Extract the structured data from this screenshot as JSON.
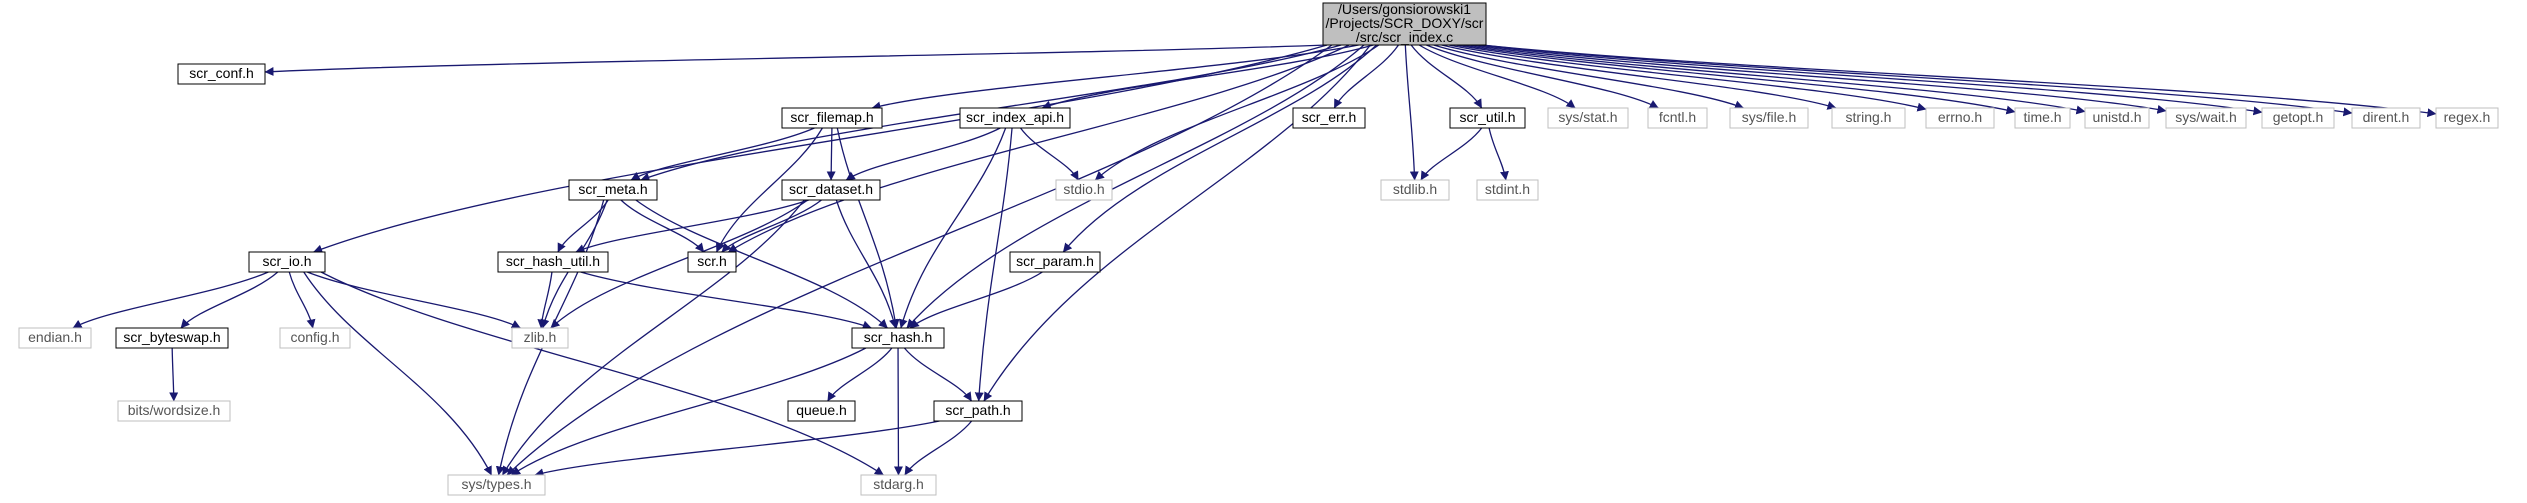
{
  "graph_title": "",
  "colors": {
    "edge": "#191970",
    "root_fill": "#bfbfbf",
    "root_border": "#000000",
    "internal_fill": "#ffffff",
    "internal_border": "#000000",
    "external_fill": "#ffffff",
    "external_border": "#bfbfbf",
    "internal_text": "#000000",
    "external_text": "#555555"
  },
  "nodes": [
    {
      "id": "root",
      "kind": "root",
      "lines": [
        "/Users/gonsiorowski1",
        "/Projects/SCR_DOXY/scr",
        "/src/scr_index.c"
      ]
    },
    {
      "id": "scr_conf",
      "kind": "internal",
      "lines": [
        "scr_conf.h"
      ]
    },
    {
      "id": "scr_io",
      "kind": "internal",
      "lines": [
        "scr_io.h"
      ]
    },
    {
      "id": "endian",
      "kind": "external",
      "lines": [
        "endian.h"
      ]
    },
    {
      "id": "scr_byteswap",
      "kind": "internal",
      "lines": [
        "scr_byteswap.h"
      ]
    },
    {
      "id": "bits_wordsize",
      "kind": "external",
      "lines": [
        "bits/wordsize.h"
      ]
    },
    {
      "id": "config",
      "kind": "external",
      "lines": [
        "config.h"
      ]
    },
    {
      "id": "zlib",
      "kind": "external",
      "lines": [
        "zlib.h"
      ]
    },
    {
      "id": "sys_types",
      "kind": "external",
      "lines": [
        "sys/types.h"
      ]
    },
    {
      "id": "stdarg",
      "kind": "external",
      "lines": [
        "stdarg.h"
      ]
    },
    {
      "id": "scr_meta",
      "kind": "internal",
      "lines": [
        "scr_meta.h"
      ]
    },
    {
      "id": "scr_hash_util",
      "kind": "internal",
      "lines": [
        "scr_hash_util.h"
      ]
    },
    {
      "id": "scr_h",
      "kind": "internal",
      "lines": [
        "scr.h"
      ]
    },
    {
      "id": "scr_filemap",
      "kind": "internal",
      "lines": [
        "scr_filemap.h"
      ]
    },
    {
      "id": "scr_dataset",
      "kind": "internal",
      "lines": [
        "scr_dataset.h"
      ]
    },
    {
      "id": "scr_hash",
      "kind": "internal",
      "lines": [
        "scr_hash.h"
      ]
    },
    {
      "id": "queue",
      "kind": "internal",
      "lines": [
        "queue.h"
      ]
    },
    {
      "id": "scr_path",
      "kind": "internal",
      "lines": [
        "scr_path.h"
      ]
    },
    {
      "id": "scr_index_api",
      "kind": "internal",
      "lines": [
        "scr_index_api.h"
      ]
    },
    {
      "id": "stdio",
      "kind": "external",
      "lines": [
        "stdio.h"
      ]
    },
    {
      "id": "scr_param",
      "kind": "internal",
      "lines": [
        "scr_param.h"
      ]
    },
    {
      "id": "scr_err",
      "kind": "internal",
      "lines": [
        "scr_err.h"
      ]
    },
    {
      "id": "scr_util",
      "kind": "internal",
      "lines": [
        "scr_util.h"
      ]
    },
    {
      "id": "stdlib",
      "kind": "external",
      "lines": [
        "stdlib.h"
      ]
    },
    {
      "id": "stdint",
      "kind": "external",
      "lines": [
        "stdint.h"
      ]
    },
    {
      "id": "sys_stat",
      "kind": "external",
      "lines": [
        "sys/stat.h"
      ]
    },
    {
      "id": "fcntl",
      "kind": "external",
      "lines": [
        "fcntl.h"
      ]
    },
    {
      "id": "sys_file",
      "kind": "external",
      "lines": [
        "sys/file.h"
      ]
    },
    {
      "id": "string",
      "kind": "external",
      "lines": [
        "string.h"
      ]
    },
    {
      "id": "errno",
      "kind": "external",
      "lines": [
        "errno.h"
      ]
    },
    {
      "id": "time",
      "kind": "external",
      "lines": [
        "time.h"
      ]
    },
    {
      "id": "unistd",
      "kind": "external",
      "lines": [
        "unistd.h"
      ]
    },
    {
      "id": "sys_wait",
      "kind": "external",
      "lines": [
        "sys/wait.h"
      ]
    },
    {
      "id": "getopt",
      "kind": "external",
      "lines": [
        "getopt.h"
      ]
    },
    {
      "id": "dirent",
      "kind": "external",
      "lines": [
        "dirent.h"
      ]
    },
    {
      "id": "regex",
      "kind": "external",
      "lines": [
        "regex.h"
      ]
    }
  ],
  "edges": [
    [
      "root",
      "scr_conf"
    ],
    [
      "root",
      "scr_io"
    ],
    [
      "root",
      "sys_types"
    ],
    [
      "root",
      "scr_meta"
    ],
    [
      "root",
      "scr_h"
    ],
    [
      "root",
      "scr_filemap"
    ],
    [
      "root",
      "scr_index_api"
    ],
    [
      "root",
      "stdio"
    ],
    [
      "root",
      "scr_param"
    ],
    [
      "root",
      "scr_hash"
    ],
    [
      "root",
      "scr_path"
    ],
    [
      "root",
      "scr_err"
    ],
    [
      "root",
      "stdlib"
    ],
    [
      "root",
      "scr_util"
    ],
    [
      "root",
      "sys_stat"
    ],
    [
      "root",
      "fcntl"
    ],
    [
      "root",
      "sys_file"
    ],
    [
      "root",
      "string"
    ],
    [
      "root",
      "errno"
    ],
    [
      "root",
      "time"
    ],
    [
      "root",
      "unistd"
    ],
    [
      "root",
      "sys_wait"
    ],
    [
      "root",
      "getopt"
    ],
    [
      "root",
      "dirent"
    ],
    [
      "root",
      "regex"
    ],
    [
      "scr_io",
      "endian"
    ],
    [
      "scr_io",
      "scr_byteswap"
    ],
    [
      "scr_io",
      "config"
    ],
    [
      "scr_io",
      "zlib"
    ],
    [
      "scr_io",
      "sys_types"
    ],
    [
      "scr_io",
      "stdarg"
    ],
    [
      "scr_byteswap",
      "bits_wordsize"
    ],
    [
      "scr_meta",
      "scr_hash_util"
    ],
    [
      "scr_meta",
      "scr_h"
    ],
    [
      "scr_meta",
      "scr_hash"
    ],
    [
      "scr_meta",
      "zlib"
    ],
    [
      "scr_meta",
      "sys_types"
    ],
    [
      "scr_filemap",
      "scr_meta"
    ],
    [
      "scr_filemap",
      "scr_dataset"
    ],
    [
      "scr_filemap",
      "scr_h"
    ],
    [
      "scr_filemap",
      "scr_hash"
    ],
    [
      "scr_index_api",
      "scr_dataset"
    ],
    [
      "scr_index_api",
      "stdio"
    ],
    [
      "scr_index_api",
      "scr_hash"
    ],
    [
      "scr_index_api",
      "scr_path"
    ],
    [
      "scr_dataset",
      "scr_hash_util"
    ],
    [
      "scr_dataset",
      "scr_h"
    ],
    [
      "scr_dataset",
      "scr_hash"
    ],
    [
      "scr_dataset",
      "zlib"
    ],
    [
      "scr_dataset",
      "sys_types"
    ],
    [
      "scr_hash_util",
      "zlib"
    ],
    [
      "scr_hash_util",
      "scr_hash"
    ],
    [
      "scr_param",
      "scr_hash"
    ],
    [
      "scr_hash",
      "queue"
    ],
    [
      "scr_hash",
      "scr_path"
    ],
    [
      "scr_hash",
      "sys_types"
    ],
    [
      "scr_hash",
      "stdarg"
    ],
    [
      "scr_path",
      "sys_types"
    ],
    [
      "scr_path",
      "stdarg"
    ],
    [
      "scr_util",
      "stdlib"
    ],
    [
      "scr_util",
      "stdint"
    ]
  ]
}
